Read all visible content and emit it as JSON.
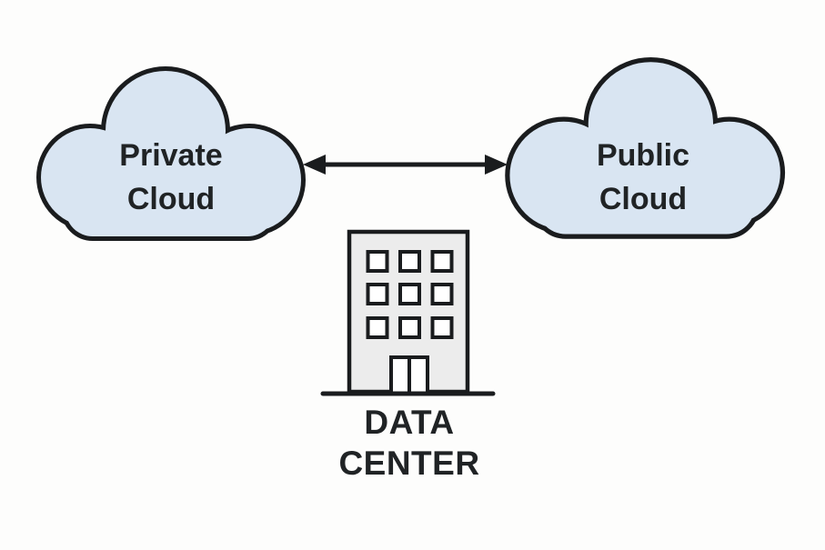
{
  "diagram": {
    "type": "hybrid-cloud-architecture",
    "background_color": "#fdfdfc",
    "colors": {
      "cloud_fill": "#d9e5f2",
      "outline": "#1a1c1e",
      "building_fill": "#ececec",
      "window_fill": "#ffffff",
      "arrow": "#1a1c1e",
      "text": "#202325"
    },
    "nodes": {
      "private_cloud": {
        "shape": "cloud",
        "lines": [
          "Private",
          "Cloud"
        ]
      },
      "public_cloud": {
        "shape": "cloud",
        "lines": [
          "Public",
          "Cloud"
        ]
      },
      "data_center": {
        "shape": "building",
        "lines": [
          "DATA",
          "CENTER"
        ]
      }
    },
    "connector": {
      "style": "double-headed-arrow",
      "from": "Private Cloud",
      "to": "Public Cloud",
      "bidirectional": true
    }
  }
}
